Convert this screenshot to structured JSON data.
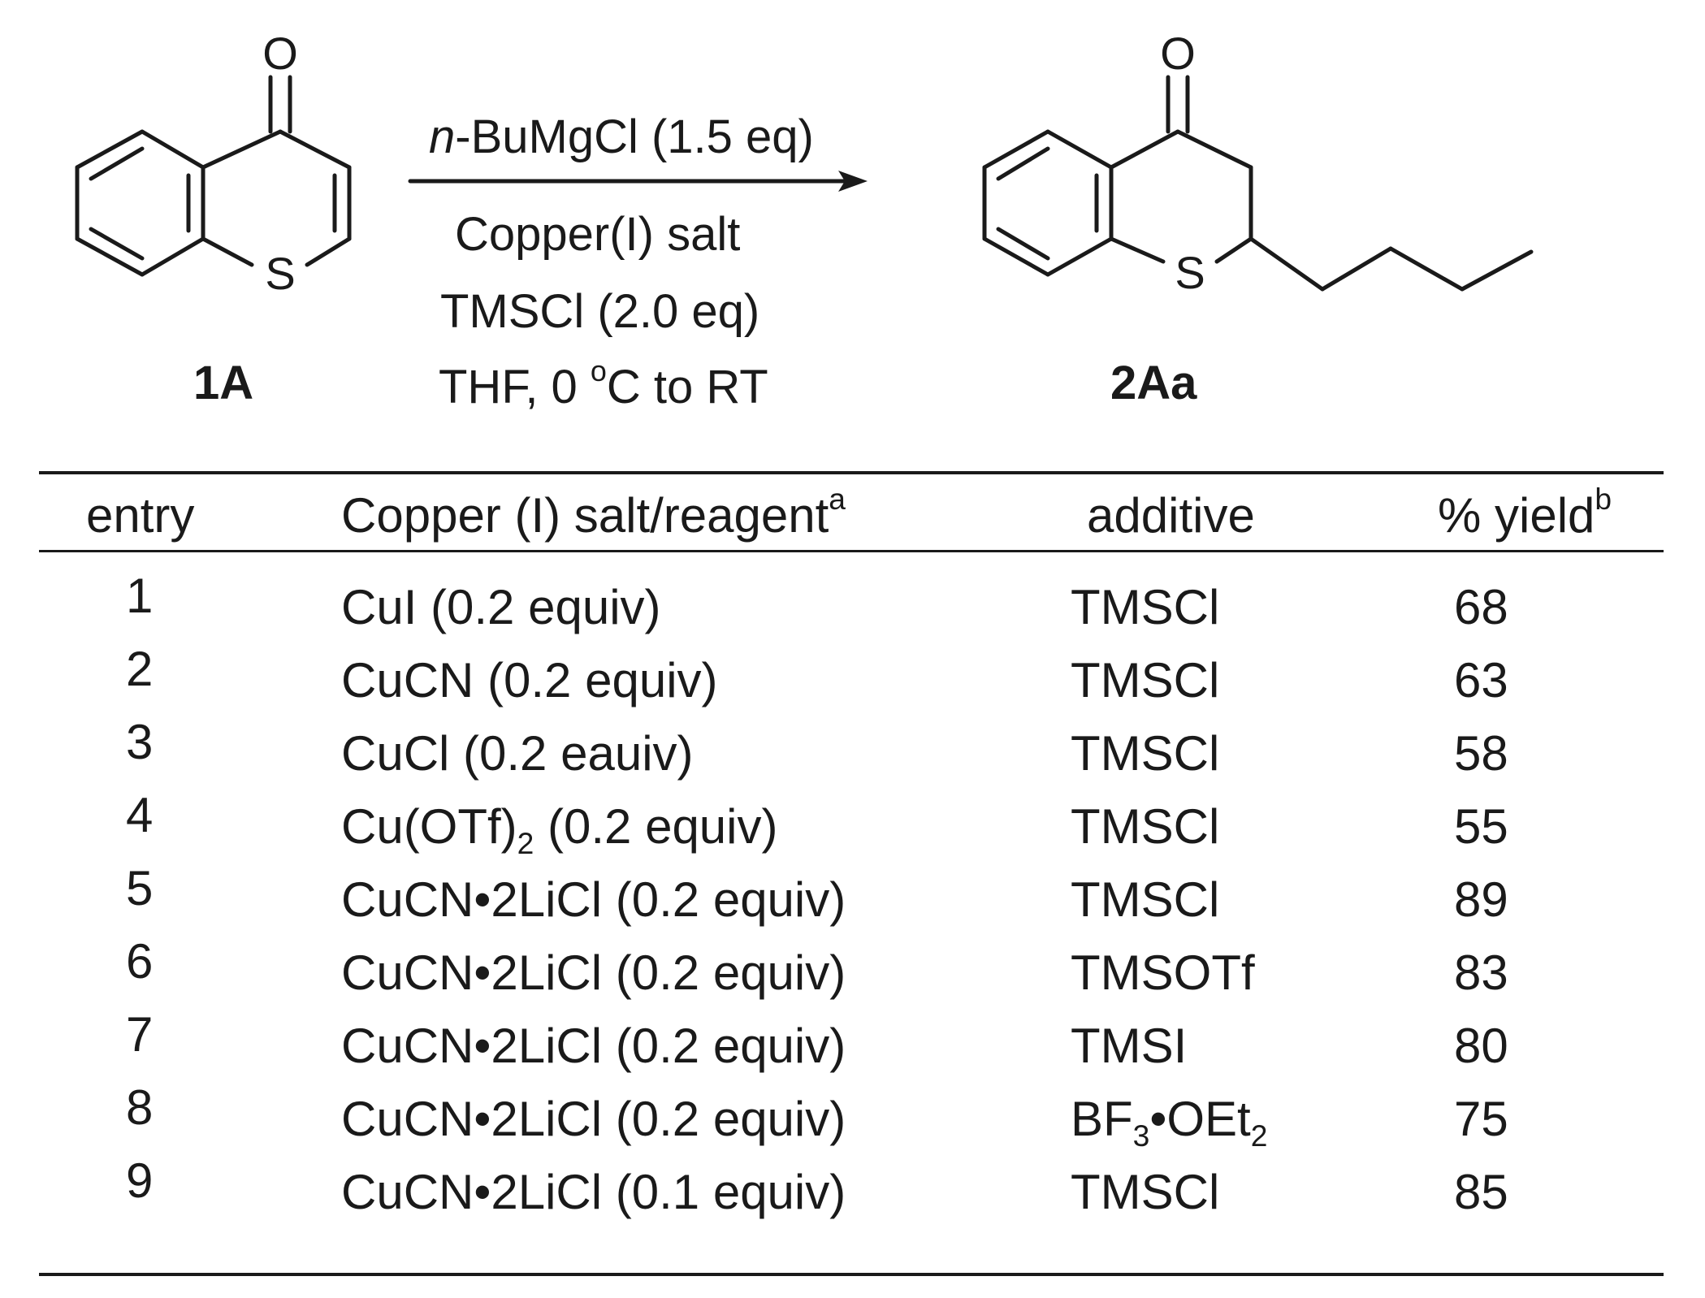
{
  "scheme": {
    "reactant_label": "1A",
    "product_label": "2Aa",
    "reactant_atoms": {
      "oxygen": "O",
      "sulfur": "S"
    },
    "product_atoms": {
      "oxygen": "O",
      "sulfur": "S"
    },
    "conditions": {
      "reagent_italic": "n",
      "reagent_rest": "-BuMgCl (1.5 eq)",
      "line2": "Copper(I) salt",
      "line3": "TMSCl (2.0 eq)",
      "line4_pre": "THF, 0 ",
      "line4_sup": "o",
      "line4_post": "C to RT"
    }
  },
  "table": {
    "headers": {
      "entry": "entry",
      "salt": "Copper (I) salt/reagent",
      "salt_sup": "a",
      "additive": "additive",
      "yield": "% yield",
      "yield_sup": "b"
    },
    "rows": [
      {
        "entry": "1",
        "salt_main": "CuI (0.2 equiv)",
        "salt_sub": "",
        "salt_tail": "",
        "add_main": "TMSCl",
        "add_sub": "",
        "add_mid": "",
        "add_sub2": "",
        "yield": "68"
      },
      {
        "entry": "2",
        "salt_main": "CuCN (0.2 equiv)",
        "salt_sub": "",
        "salt_tail": "",
        "add_main": "TMSCl",
        "add_sub": "",
        "add_mid": "",
        "add_sub2": "",
        "yield": "63"
      },
      {
        "entry": "3",
        "salt_main": "CuCl (0.2 eauiv)",
        "salt_sub": "",
        "salt_tail": "",
        "add_main": "TMSCl",
        "add_sub": "",
        "add_mid": "",
        "add_sub2": "",
        "yield": "58"
      },
      {
        "entry": "4",
        "salt_main": "Cu(OTf)",
        "salt_sub": "2",
        "salt_tail": " (0.2 equiv)",
        "add_main": "TMSCl",
        "add_sub": "",
        "add_mid": "",
        "add_sub2": "",
        "yield": "55"
      },
      {
        "entry": "5",
        "salt_main": "CuCN•2LiCl (0.2 equiv)",
        "salt_sub": "",
        "salt_tail": "",
        "add_main": "TMSCl",
        "add_sub": "",
        "add_mid": "",
        "add_sub2": "",
        "yield": "89"
      },
      {
        "entry": "6",
        "salt_main": "CuCN•2LiCl (0.2 equiv)",
        "salt_sub": "",
        "salt_tail": "",
        "add_main": "TMSOTf",
        "add_sub": "",
        "add_mid": "",
        "add_sub2": "",
        "yield": "83"
      },
      {
        "entry": "7",
        "salt_main": "CuCN•2LiCl (0.2 equiv)",
        "salt_sub": "",
        "salt_tail": "",
        "add_main": "TMSI",
        "add_sub": "",
        "add_mid": "",
        "add_sub2": "",
        "yield": "80"
      },
      {
        "entry": "8",
        "salt_main": "CuCN•2LiCl (0.2 equiv)",
        "salt_sub": "",
        "salt_tail": "",
        "add_main": "BF",
        "add_sub": "3",
        "add_mid": "•OEt",
        "add_sub2": "2",
        "yield": "75"
      },
      {
        "entry": "9",
        "salt_main": "CuCN•2LiCl (0.1 equiv)",
        "salt_sub": "",
        "salt_tail": "",
        "add_main": "TMSCl",
        "add_sub": "",
        "add_mid": "",
        "add_sub2": "",
        "yield": "85"
      }
    ]
  }
}
